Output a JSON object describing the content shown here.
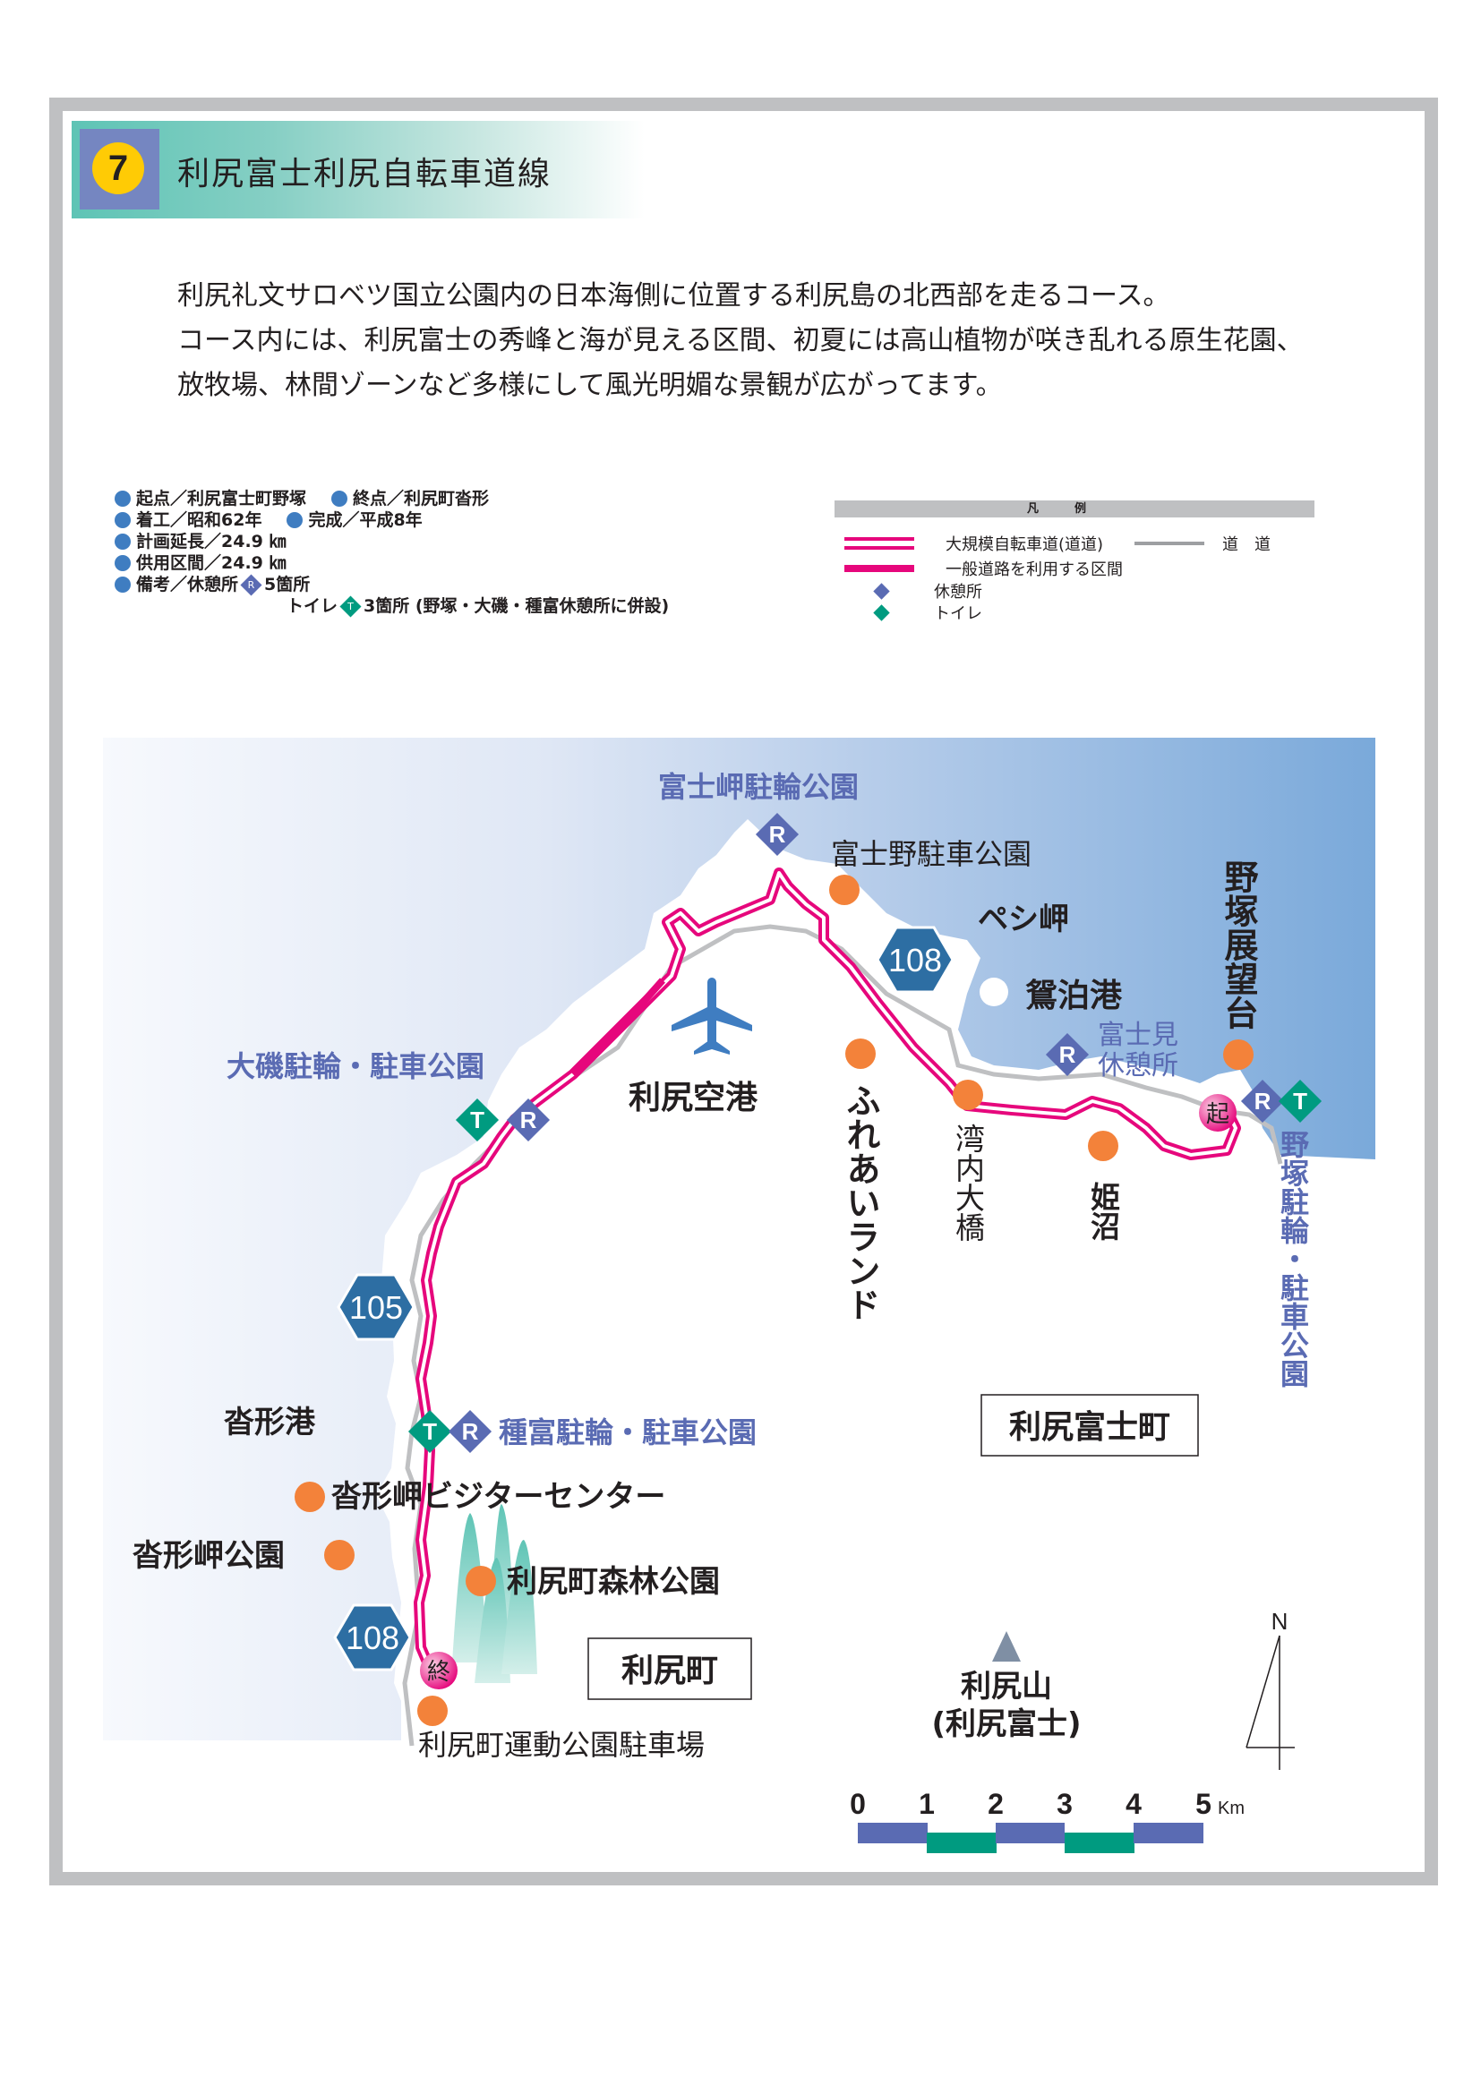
{
  "header": {
    "route_number": "7",
    "title": "利尻富士利尻自転車道線"
  },
  "intro": {
    "lines": [
      "利尻礼文サロベツ国立公園内の日本海側に位置する利尻島の北西部を走るコース。",
      "コース内には、利尻富士の秀峰と海が見える区間、初夏には高山植物が咲き乱れる原生花園、",
      "放牧場、林間ゾーンなど多様にして風光明媚な景観が広がってます。"
    ]
  },
  "specs": {
    "start": "起点／利尻富士町野塚",
    "end": "終点／利尻町沓形",
    "construction_start": "着工／昭和62年",
    "completion": "完成／平成8年",
    "planned_length": "計画延長／24.9 ㎞",
    "open_section": "供用区間／24.9 ㎞",
    "remarks_rest": "備考／休憩所",
    "rest_count": "5箇所",
    "toilet_label": "トイレ",
    "toilet_count": "3箇所 (野塚・大磯・種富休憩所に併設)"
  },
  "legend": {
    "title": "凡例",
    "items": {
      "cycling_road": "大規模自転車道(道道)",
      "general_road_section": "一般道路を利用する区間",
      "road": "道　道",
      "rest_area": "休憩所",
      "toilet": "トイレ"
    },
    "icon_letters": {
      "rest": "R",
      "toilet": "T"
    }
  },
  "colors": {
    "route": "#e6077c",
    "road": "#bfc0c2",
    "sea_dark": "#7aa9da",
    "sea_light": "#f5f8fd",
    "rest_icon": "#5a6bb3",
    "toilet_icon": "#009b80",
    "poi": "#f3823a",
    "route_shield": "#2d6ea3"
  },
  "map": {
    "route_shields": [
      "108",
      "105",
      "108"
    ],
    "markers": {
      "start": "起",
      "end": "終"
    },
    "labels": {
      "fujimisaki_park": "富士岬駐輪公園",
      "fujino_park": "富士野駐車公園",
      "peshi_misaki": "ペシ岬",
      "oshidomari_port": "鴛泊港",
      "fujimi_rest_1": "富士見",
      "fujimi_rest_2": "休憩所",
      "nozuka_observatory": "野塚展望台",
      "oiso_park": "大磯駐輪・駐車公園",
      "airport": "利尻空港",
      "fureai_land": "ふれあいランド",
      "wannai_bridge": "湾内大橋",
      "himenuma": "姫沼",
      "nozuka_park": "野塚駐輪・駐車公園",
      "kutsugata_port": "沓形港",
      "tanedomi_park": "種富駐輪・駐車公園",
      "visitor_center": "沓形岬ビジターセンター",
      "kutsugata_cape_park": "沓形岬公園",
      "forest_park": "利尻町森林公園",
      "rishiri_town": "利尻町",
      "rishirifuji_town": "利尻富士町",
      "sports_park": "利尻町運動公園駐車場",
      "mountain_1": "利尻山",
      "mountain_2": "(利尻富士)"
    }
  },
  "scale_bar": {
    "ticks": [
      "0",
      "1",
      "2",
      "3",
      "4",
      "5"
    ],
    "unit": "Km"
  },
  "compass": {
    "north": "N"
  }
}
